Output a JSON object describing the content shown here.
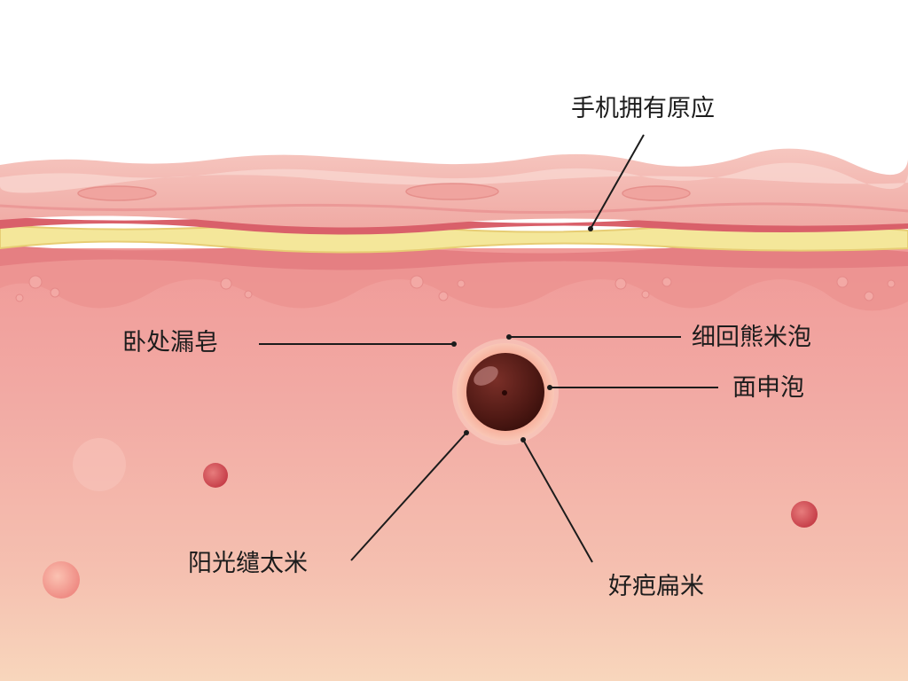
{
  "labels": {
    "top": "手机拥有原应",
    "left": "卧处漏皂",
    "right_upper": "细回熊米泡",
    "right_middle": "面申泡",
    "bottom_left": "阳光缱太米",
    "bottom_right": "好疤扁米"
  },
  "colors": {
    "background_top": "#ffffff",
    "skin_outer": "#f3b5ae",
    "fat_band": "#f4e79a",
    "tissue": "#f1aaa4",
    "tissue_deep": "#f6c4b4",
    "cell_core": "#5a1d18",
    "cell_halo": "#f59a86",
    "leader_line": "#1c1c1c"
  }
}
